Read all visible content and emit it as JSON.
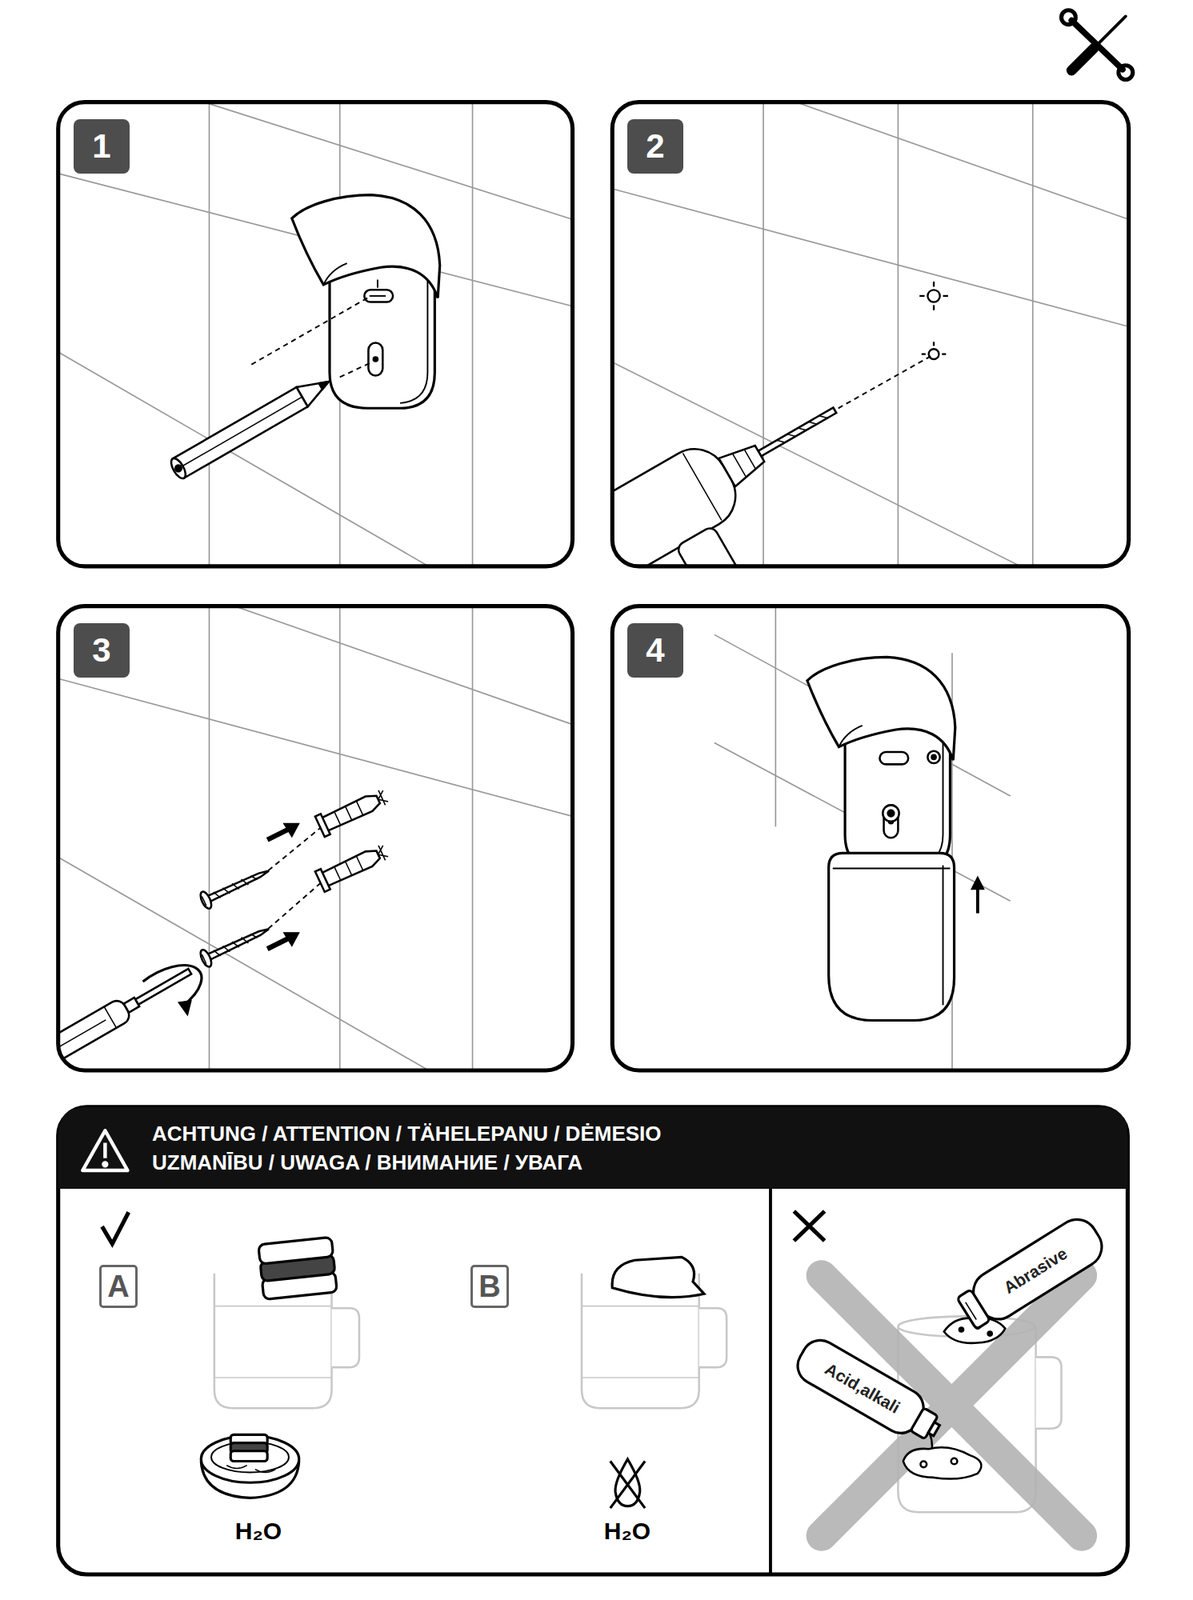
{
  "diagram": {
    "nodes": [
      {
        "text": [
          "1"
        ]
      },
      {
        "text": [
          "2"
        ]
      },
      {
        "text": [
          "3"
        ]
      },
      {
        "text": [
          "4"
        ]
      },
      {
        "text": [
          "ACHTUNG / ATTENTION / TÄHELEPANU / DĖMESIO UZMANĪBU / UWAGA / ВНИМАНИЕ / УВАГА"
        ]
      },
      {
        "text": [
          "A"
        ],
        "in": 4
      },
      {
        "text": [
          "B"
        ],
        "in": 4
      }
    ],
    "labels": [
      "H₂O",
      "H₂O",
      "Abrasive",
      "Acid,alkali"
    ]
  }
}
